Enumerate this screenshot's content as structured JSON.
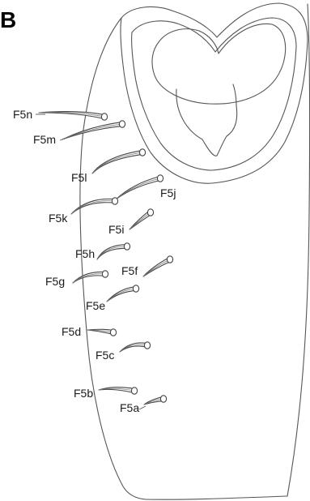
{
  "panel": {
    "letter": "B"
  },
  "setae": [
    {
      "id": "F5n",
      "label": "F5n"
    },
    {
      "id": "F5m",
      "label": "F5m"
    },
    {
      "id": "F5l",
      "label": "F5l"
    },
    {
      "id": "F5j",
      "label": "F5j"
    },
    {
      "id": "F5k",
      "label": "F5k"
    },
    {
      "id": "F5i",
      "label": "F5i"
    },
    {
      "id": "F5h",
      "label": "F5h"
    },
    {
      "id": "F5f",
      "label": "F5f"
    },
    {
      "id": "F5g",
      "label": "F5g"
    },
    {
      "id": "F5e",
      "label": "F5e"
    },
    {
      "id": "F5d",
      "label": "F5d"
    },
    {
      "id": "F5c",
      "label": "F5c"
    },
    {
      "id": "F5b",
      "label": "F5b"
    },
    {
      "id": "F5a",
      "label": "F5a"
    }
  ]
}
